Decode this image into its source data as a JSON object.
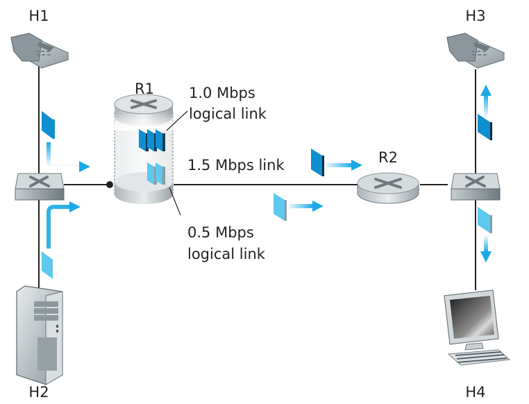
{
  "title": "Network with two hosts per side through routers R1 and R2",
  "nodes": {
    "h1": {
      "label": "H1",
      "type": "telephone"
    },
    "h2": {
      "label": "H2",
      "type": "server-tower"
    },
    "h3": {
      "label": "H3",
      "type": "telephone"
    },
    "h4": {
      "label": "H4",
      "type": "desktop-computer"
    },
    "r1": {
      "label": "R1",
      "type": "router-with-queues"
    },
    "r2": {
      "label": "R2",
      "type": "router"
    }
  },
  "links": {
    "main_link": {
      "line1": "1.5 Mbps link"
    },
    "logical_1": {
      "line1": "1.0 Mbps",
      "line2": "logical link"
    },
    "logical_2": {
      "line1": "0.5 Mbps",
      "line2": "logical link"
    }
  },
  "colors": {
    "packet_dark": "#0f8fcf",
    "packet_light": "#5ec8ef",
    "arrow": "#1aa9e6",
    "line": "#231f20",
    "device_gray": "#b9c0c4"
  }
}
